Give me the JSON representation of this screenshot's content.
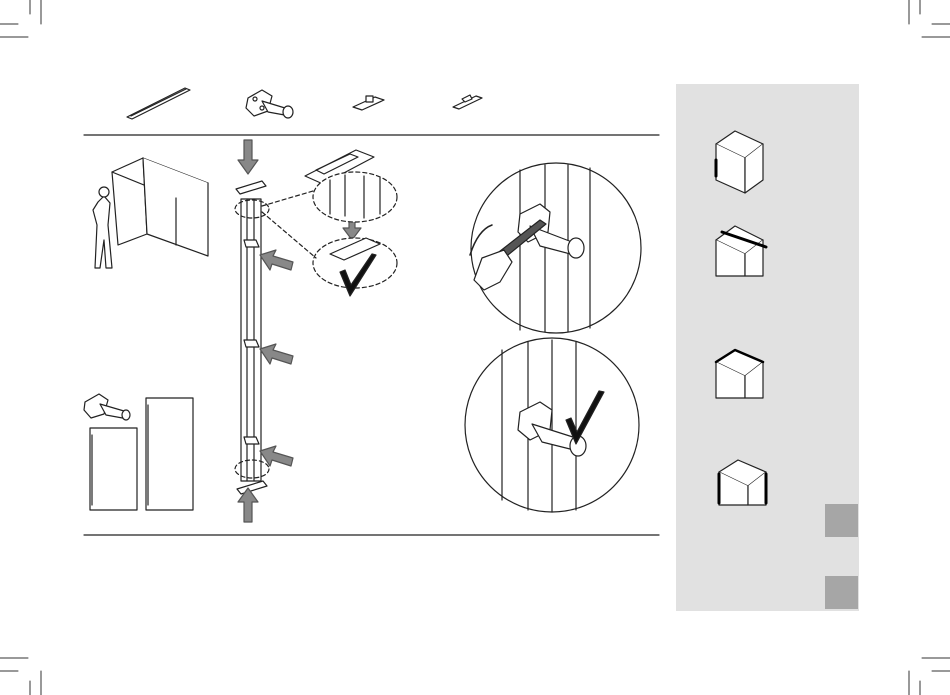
{
  "page": {
    "background": "#ffffff",
    "line_color": "#222222",
    "sidebar_color": "#e1e1e1",
    "tab_color": "#a6a6a6"
  },
  "parts_row": [
    {
      "name": "ceiling-rail"
    },
    {
      "name": "wall-bracket"
    },
    {
      "name": "top-clip"
    },
    {
      "name": "floor-clip"
    }
  ],
  "icons": [
    "corner-wall-icon",
    "arrow-icon",
    "check-icon",
    "screwdriver-icon",
    "human-figure-icon"
  ],
  "sidebar": {
    "thumbnails": [
      "left-wall-panel-mount",
      "top-rail-mount",
      "top-corner-mount",
      "side-panel-mount"
    ],
    "tabs": 2
  }
}
